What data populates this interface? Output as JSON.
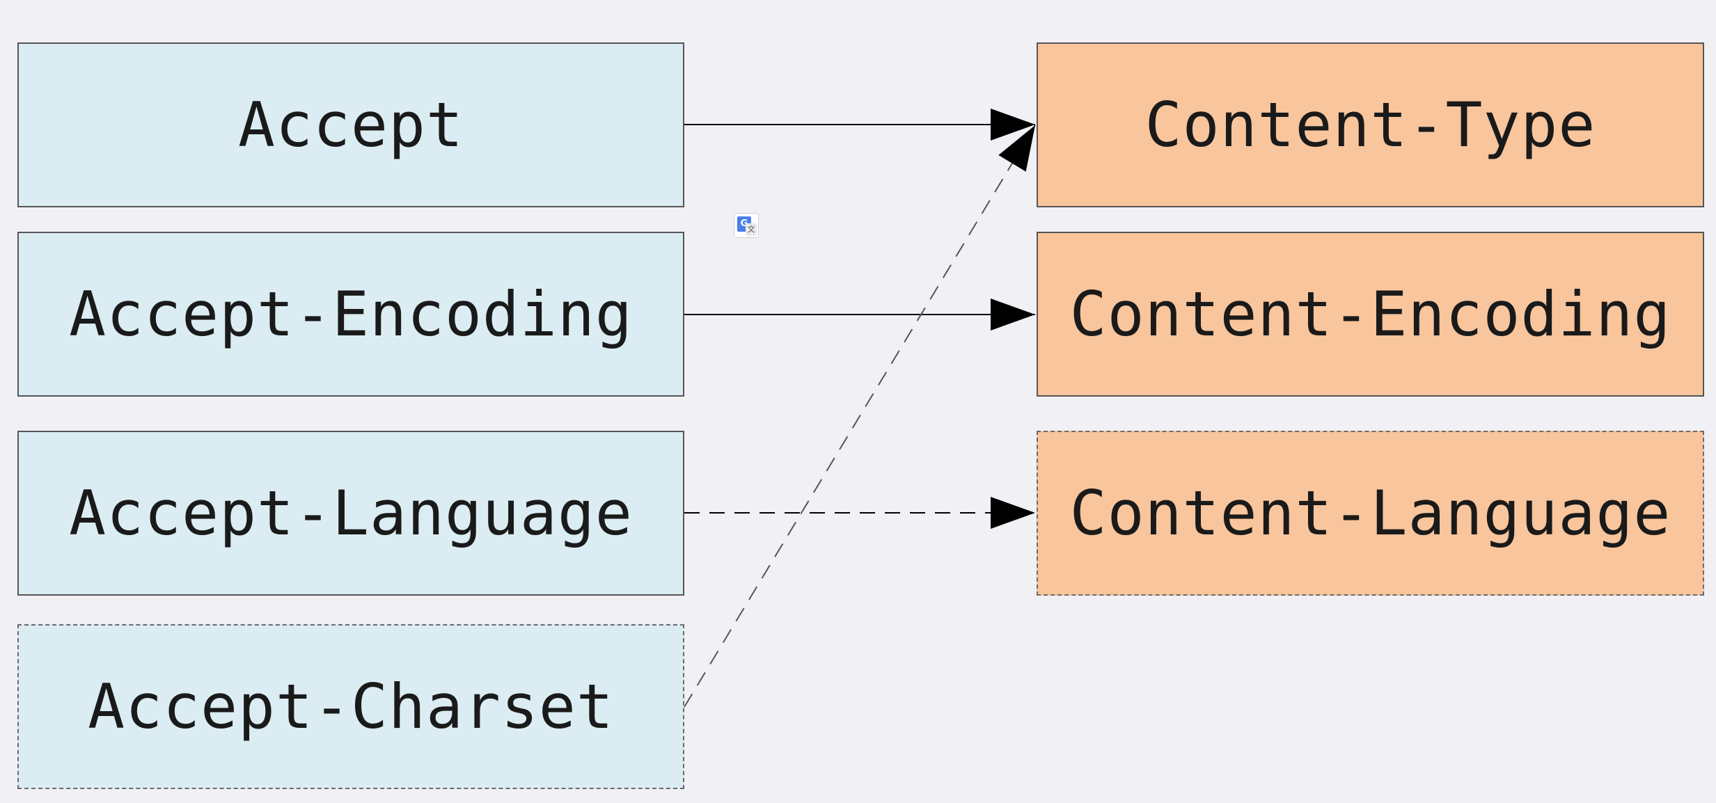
{
  "request_headers": {
    "accept": "Accept",
    "accept_encoding": "Accept-Encoding",
    "accept_language": "Accept-Language",
    "accept_charset": "Accept-Charset"
  },
  "response_headers": {
    "content_type": "Content-Type",
    "content_encoding": "Content-Encoding",
    "content_language": "Content-Language"
  },
  "connections": [
    {
      "from": "Accept",
      "to": "Content-Type",
      "style": "solid"
    },
    {
      "from": "Accept-Encoding",
      "to": "Content-Encoding",
      "style": "solid"
    },
    {
      "from": "Accept-Language",
      "to": "Content-Language",
      "style": "dashed"
    },
    {
      "from": "Accept-Charset",
      "to": "Content-Type",
      "style": "dashed"
    }
  ],
  "colors": {
    "background": "#f1f0f5",
    "request_fill": "#dbedf3",
    "response_fill": "#f9c59c",
    "border": "#555555",
    "arrow": "#000000"
  },
  "icons": {
    "translate": "google-translate-icon"
  }
}
